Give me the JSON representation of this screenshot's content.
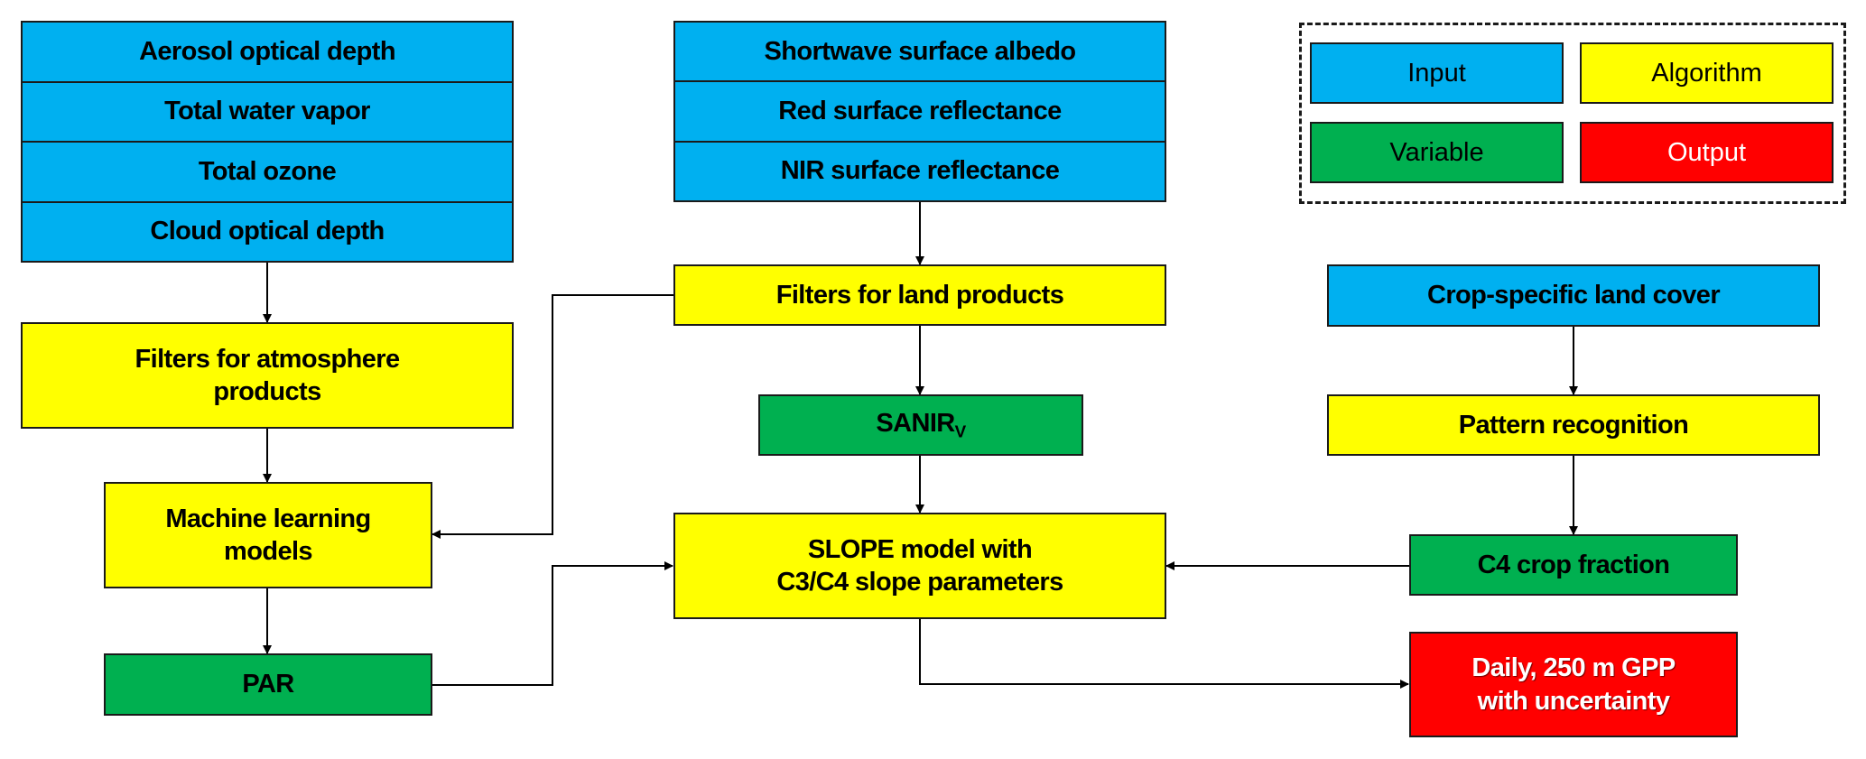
{
  "legend": {
    "items": [
      {
        "label": "Input",
        "color": "#00B0F0"
      },
      {
        "label": "Algorithm",
        "color": "#FFFF00"
      },
      {
        "label": "Variable",
        "color": "#00B050"
      },
      {
        "label": "Output",
        "color": "#FF0000"
      }
    ]
  },
  "nodes": {
    "atmosphere_inputs": [
      "Aerosol optical depth",
      "Total water vapor",
      "Total ozone",
      "Cloud optical depth"
    ],
    "land_inputs": [
      "Shortwave surface albedo",
      "Red surface reflectance",
      "NIR surface reflectance"
    ],
    "filters_atmosphere": {
      "line1": "Filters for atmosphere",
      "line2": "products"
    },
    "machine_learning": {
      "line1": "Machine learning",
      "line2": "models"
    },
    "par": "PAR",
    "filters_land": "Filters for land products",
    "sanirv": {
      "main": "SANIR",
      "sub": "V"
    },
    "slope_model": {
      "line1": "SLOPE model with",
      "line2": "C3/C4 slope parameters"
    },
    "crop_land_cover": "Crop-specific land cover",
    "pattern_recognition": "Pattern recognition",
    "c4_fraction": "C4 crop fraction",
    "output_gpp": {
      "line1": "Daily, 250 m GPP",
      "line2": "with uncertainty"
    }
  },
  "edges": [
    [
      "atmosphere_inputs",
      "filters_atmosphere"
    ],
    [
      "filters_atmosphere",
      "machine_learning"
    ],
    [
      "filters_land",
      "machine_learning"
    ],
    [
      "machine_learning",
      "par"
    ],
    [
      "land_inputs",
      "filters_land"
    ],
    [
      "filters_land",
      "sanirv"
    ],
    [
      "sanirv",
      "slope_model"
    ],
    [
      "par",
      "slope_model"
    ],
    [
      "crop_land_cover",
      "pattern_recognition"
    ],
    [
      "pattern_recognition",
      "c4_fraction"
    ],
    [
      "c4_fraction",
      "slope_model"
    ],
    [
      "slope_model",
      "output_gpp"
    ]
  ]
}
